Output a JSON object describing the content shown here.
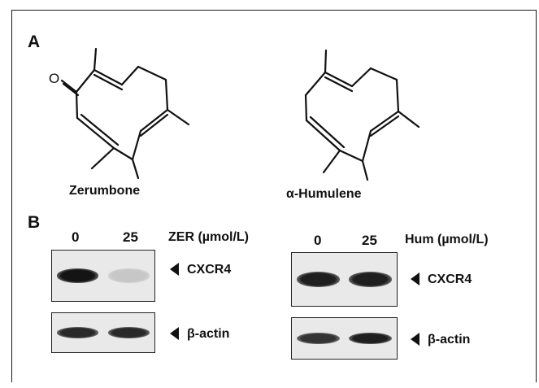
{
  "panels": {
    "a": {
      "label": "A",
      "oxygen_atom": "O",
      "molecules": [
        {
          "name": "Zerumbone"
        },
        {
          "name": "α-Humulene"
        }
      ]
    },
    "b": {
      "label": "B",
      "left": {
        "lanes": [
          "0",
          "25"
        ],
        "treatment": "ZER (µmol/L)",
        "bands": [
          {
            "label": "CXCR4",
            "intensities": [
              1.0,
              0.15
            ]
          },
          {
            "label": "β-actin",
            "intensities": [
              0.9,
              0.9
            ]
          }
        ]
      },
      "right": {
        "lanes": [
          "0",
          "25"
        ],
        "treatment": "Hum (µmol/L)",
        "bands": [
          {
            "label": "CXCR4",
            "intensities": [
              0.95,
              0.95
            ]
          },
          {
            "label": "β-actin",
            "intensities": [
              0.85,
              0.95
            ]
          }
        ]
      }
    }
  }
}
